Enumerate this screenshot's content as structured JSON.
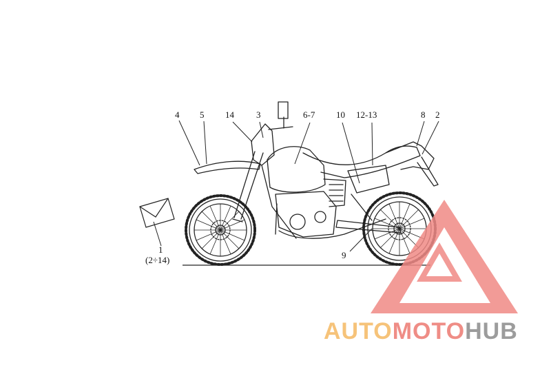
{
  "diagram": {
    "callouts": {
      "c4": "4",
      "c5": "5",
      "c14": "14",
      "c3": "3",
      "c67": "6-7",
      "c10": "10",
      "c1213": "12-13",
      "c8": "8",
      "c2": "2",
      "c1": "1",
      "c1sub": "(2÷14)",
      "c9": "9"
    }
  },
  "watermark": {
    "part_auto": "AUTO",
    "part_moto": "MOTO",
    "part_hub": "HUB",
    "colors": {
      "auto": "#f6c37a",
      "moto": "#ef8d86",
      "hub": "#9c9c9c",
      "triangle": "#f08a86"
    }
  }
}
